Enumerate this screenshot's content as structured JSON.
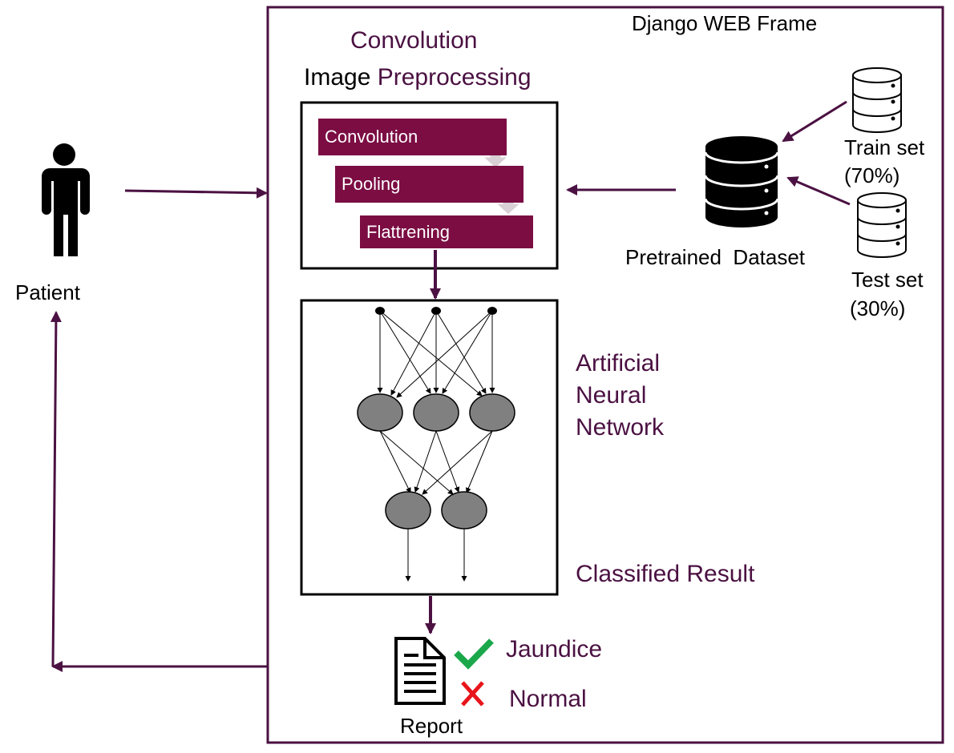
{
  "frame_title": "Django WEB Frame",
  "preprocessing": {
    "title_line1": "Convolution",
    "title_line2_a": "Image",
    "title_line2_b": "Preprocessing",
    "stages": [
      "Convolution",
      "Pooling",
      "Flattrening"
    ]
  },
  "patient_label": "Patient",
  "dataset": {
    "label_a": "Pretrained",
    "label_b": "Dataset",
    "train_label": "Train set",
    "train_pct": "(70%)",
    "test_label": "Test set",
    "test_pct": "(30%)"
  },
  "ann": {
    "line1": "Artificial",
    "line2": "Neural",
    "line3": "Network",
    "result_label": "Classified Result"
  },
  "report": {
    "label": "Report",
    "positive_label": "Jaundice",
    "negative_label": "Normal"
  },
  "colors": {
    "accent": "#4b1142",
    "stage_fill": "#7b0d43",
    "node_fill": "#808080",
    "check": "#1aa84b",
    "cross": "#e8141b"
  },
  "icons": [
    "person-icon",
    "database-icon",
    "document-icon",
    "check-icon",
    "cross-icon"
  ]
}
